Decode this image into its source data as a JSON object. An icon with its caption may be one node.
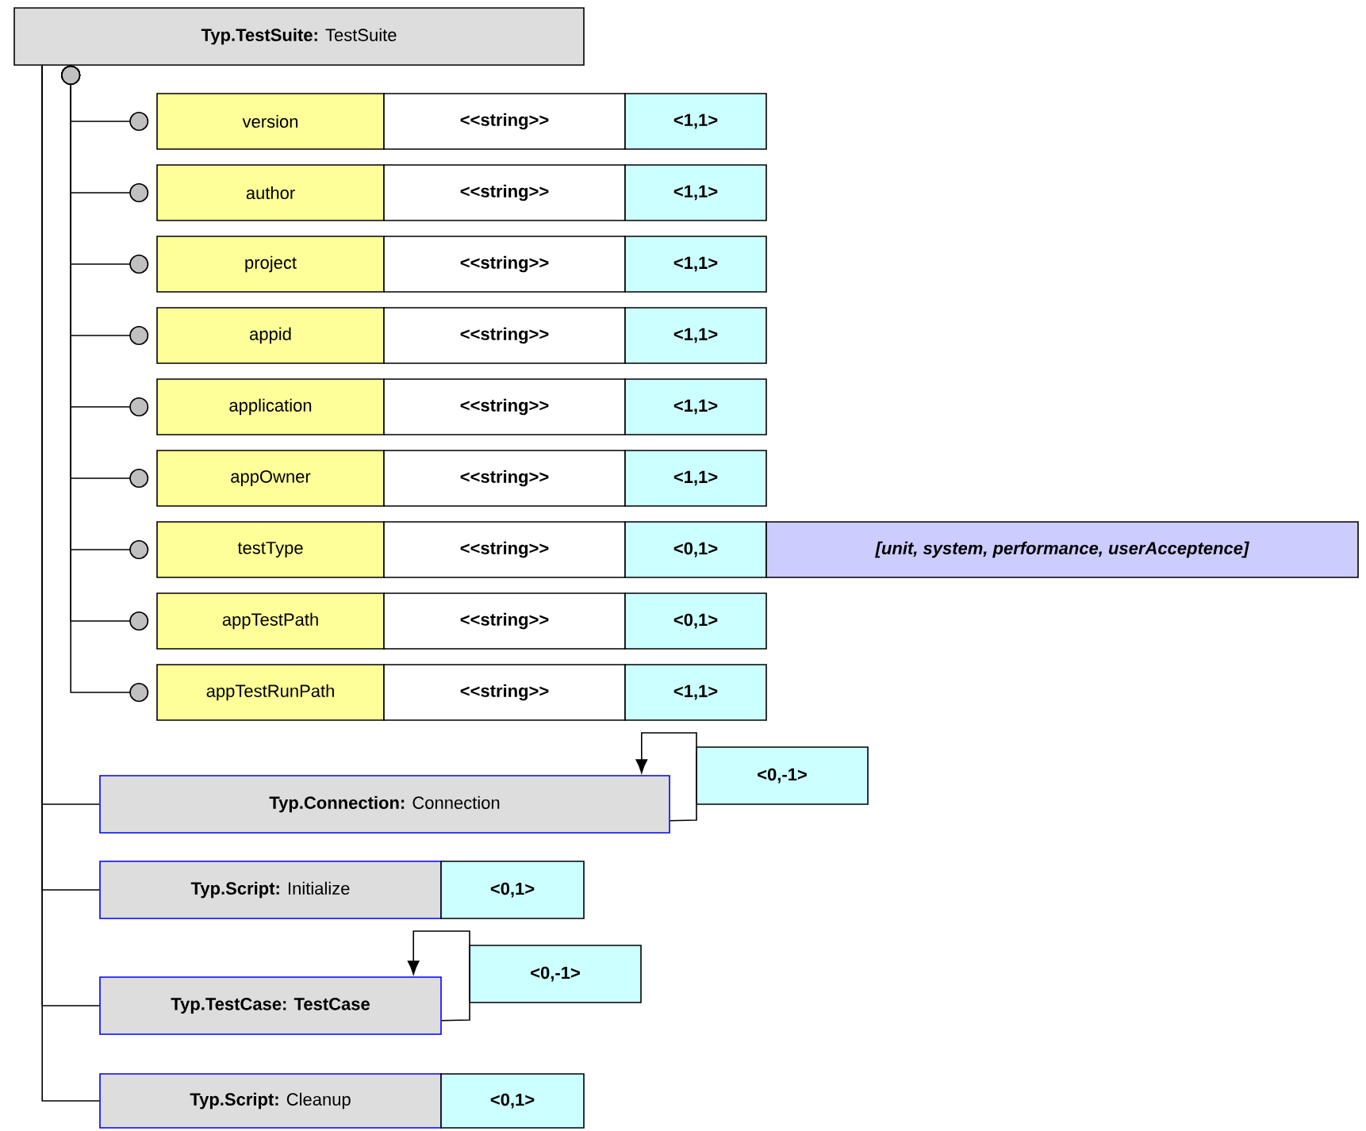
{
  "diagram": {
    "nodes": [
      {
        "text": [
          "**Typ.TestSuite:** TestSuite"
        ]
      },
      {
        "text": [
          "version"
        ]
      },
      {
        "text": [
          "<<string>>"
        ]
      },
      {
        "text": [
          "<1,1>"
        ]
      },
      {
        "text": [
          "author"
        ]
      },
      {
        "text": [
          "<<string>>"
        ]
      },
      {
        "text": [
          "<1,1>"
        ]
      },
      {
        "text": [
          "project"
        ]
      },
      {
        "text": [
          "<<string>>"
        ]
      },
      {
        "text": [
          "<1,1>"
        ]
      },
      {
        "text": [
          "appid"
        ]
      },
      {
        "text": [
          "<<string>>"
        ]
      },
      {
        "text": [
          "<1,1>"
        ]
      },
      {
        "text": [
          "application"
        ]
      },
      {
        "text": [
          "<<string>>"
        ]
      },
      {
        "text": [
          "<1,1>"
        ]
      },
      {
        "text": [
          "appOwner"
        ]
      },
      {
        "text": [
          "<<string>>"
        ]
      },
      {
        "text": [
          "<1,1>"
        ]
      },
      {
        "text": [
          "testType"
        ]
      },
      {
        "text": [
          "<<string>>"
        ]
      },
      {
        "text": [
          "<0,1>"
        ]
      },
      {
        "text": [
          "[unit, system, performance, userAcceptence]"
        ]
      },
      {
        "text": [
          "appTestPath"
        ]
      },
      {
        "text": [
          "<<string>>"
        ]
      },
      {
        "text": [
          "<0,1>"
        ]
      },
      {
        "text": [
          "appTestRunPath"
        ]
      },
      {
        "text": [
          "<<string>>"
        ]
      },
      {
        "text": [
          "<1,1>"
        ]
      },
      {
        "text": [
          "**Typ.Connection:** Connection"
        ]
      },
      {
        "text": [
          "<0,-1>"
        ]
      },
      {
        "text": [
          "**Typ.Script:** Initialize"
        ]
      },
      {
        "text": [
          "<0,1>"
        ]
      },
      {
        "text": [
          "Typ.TestCase: TestCase"
        ]
      },
      {
        "text": [
          "<0,-1>"
        ]
      },
      {
        "text": [
          "**Typ.Script:** Cleanup"
        ]
      },
      {
        "text": [
          "<0,1>"
        ]
      }
    ],
    "edges": [
      {
        "from": 0,
        "to": 1,
        "arrow": "other"
      },
      {
        "from": 0,
        "to": 4,
        "arrow": "other"
      },
      {
        "from": 0,
        "to": 7,
        "arrow": "other"
      },
      {
        "from": 0,
        "to": 10,
        "arrow": "other"
      },
      {
        "from": 0,
        "to": 13,
        "arrow": "other"
      },
      {
        "from": 0,
        "to": 16,
        "arrow": "other"
      },
      {
        "from": 0,
        "to": 19,
        "arrow": "other"
      },
      {
        "from": 0,
        "to": 23,
        "arrow": "other"
      },
      {
        "from": 0,
        "to": 26,
        "arrow": "other"
      },
      {
        "from": 0,
        "to": 29,
        "arrow": "none"
      },
      {
        "from": 0,
        "to": 31,
        "arrow": "none"
      },
      {
        "from": 0,
        "to": 33,
        "arrow": "none"
      },
      {
        "from": 0,
        "to": 35,
        "arrow": "none"
      },
      {
        "from": 29,
        "to": 29,
        "arrow": "to"
      },
      {
        "from": 33,
        "to": 33,
        "arrow": "to"
      }
    ]
  }
}
